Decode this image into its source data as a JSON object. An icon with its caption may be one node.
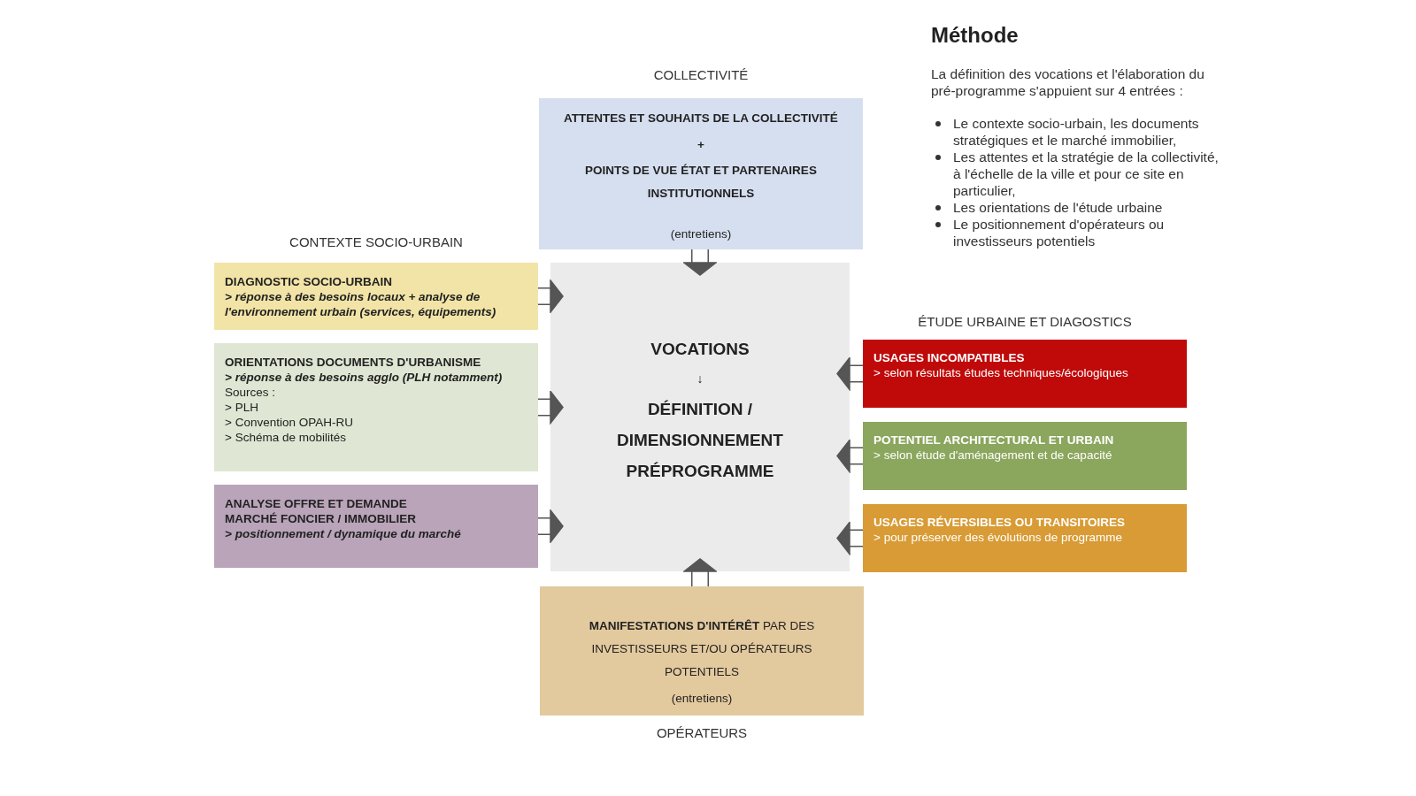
{
  "diagram": {
    "title": "Méthode",
    "nodes": [
      {
        "text": [
          "ATTENTES ET SOUHAITS DE LA COLLECTIVITÉ",
          "+",
          "POINTS DE VUE ÉTAT ET PARTENAIRES INSTITUTIONNELS",
          "(entretiens)"
        ],
        "beside": [
          "COLLECTIVITÉ"
        ]
      },
      {
        "text": [
          "DIAGNOSTIC SOCIO-URBAIN",
          "> réponse à des besoins locaux + analyse de l'environnement urbain (services, équipements)"
        ]
      },
      {
        "text": [
          "ORIENTATIONS DOCUMENTS D'URBANISME",
          "> réponse à des besoins agglo (PLH notamment)",
          "Sources :",
          "> PLH",
          "> Convention OPAH-RU",
          "> Schéma de mobilités"
        ]
      },
      {
        "text": [
          "ANALYSE OFFRE ET DEMANDE",
          "MARCHÉ FONCIER / IMMOBILIER",
          "> positionnement / dynamique du marché"
        ]
      },
      {
        "text": [
          "VOCATIONS",
          "↓",
          "DÉFINITION / DIMENSIONNEMENT PRÉPROGRAMME"
        ]
      },
      {
        "text": [
          "USAGES INCOMPATIBLES",
          "> selon résultats études techniques/écologiques"
        ]
      },
      {
        "text": [
          "POTENTIEL ARCHITECTURAL ET URBAIN",
          "> selon étude d'aménagement et de capacité"
        ]
      },
      {
        "text": [
          "USAGES RÉVERSIBLES OU TRANSITOIRES",
          "> pour préserver des évolutions de programme"
        ]
      },
      {
        "text": [
          "**MANIFESTATIONS D'INTÉRÊT** PAR DES INVESTISSEURS ET/OU OPÉRATEURS POTENTIELS",
          "(entretiens)"
        ],
        "beside": [
          "OPÉRATEURS"
        ]
      }
    ],
    "edges": [
      {
        "from": 0,
        "to": 4,
        "arrow": "to"
      },
      {
        "from": 1,
        "to": 4,
        "arrow": "to"
      },
      {
        "from": 2,
        "to": 4,
        "arrow": "to"
      },
      {
        "from": 3,
        "to": 4,
        "arrow": "to"
      },
      {
        "from": 5,
        "to": 4,
        "arrow": "to"
      },
      {
        "from": 6,
        "to": 4,
        "arrow": "to"
      },
      {
        "from": 7,
        "to": 4,
        "arrow": "to"
      },
      {
        "from": 8,
        "to": 4,
        "arrow": "to"
      }
    ],
    "labels": [
      "CONTEXTE SOCIO-URBAIN",
      "ÉTUDE URBAINE ET DIAGOSTICS",
      "La définition des vocations et l'élaboration du pré-programme s'appuient sur 4 entrées :",
      "Le contexte socio-urbain, les documents stratégiques et le marché immobilier,",
      "Les attentes et la stratégie de la collectivité, à l'échelle de la ville et pour ce site en particulier,",
      "Les orientations de l'étude urbaine",
      "Le positionnement d'opérateurs ou investisseurs potentiels"
    ]
  }
}
